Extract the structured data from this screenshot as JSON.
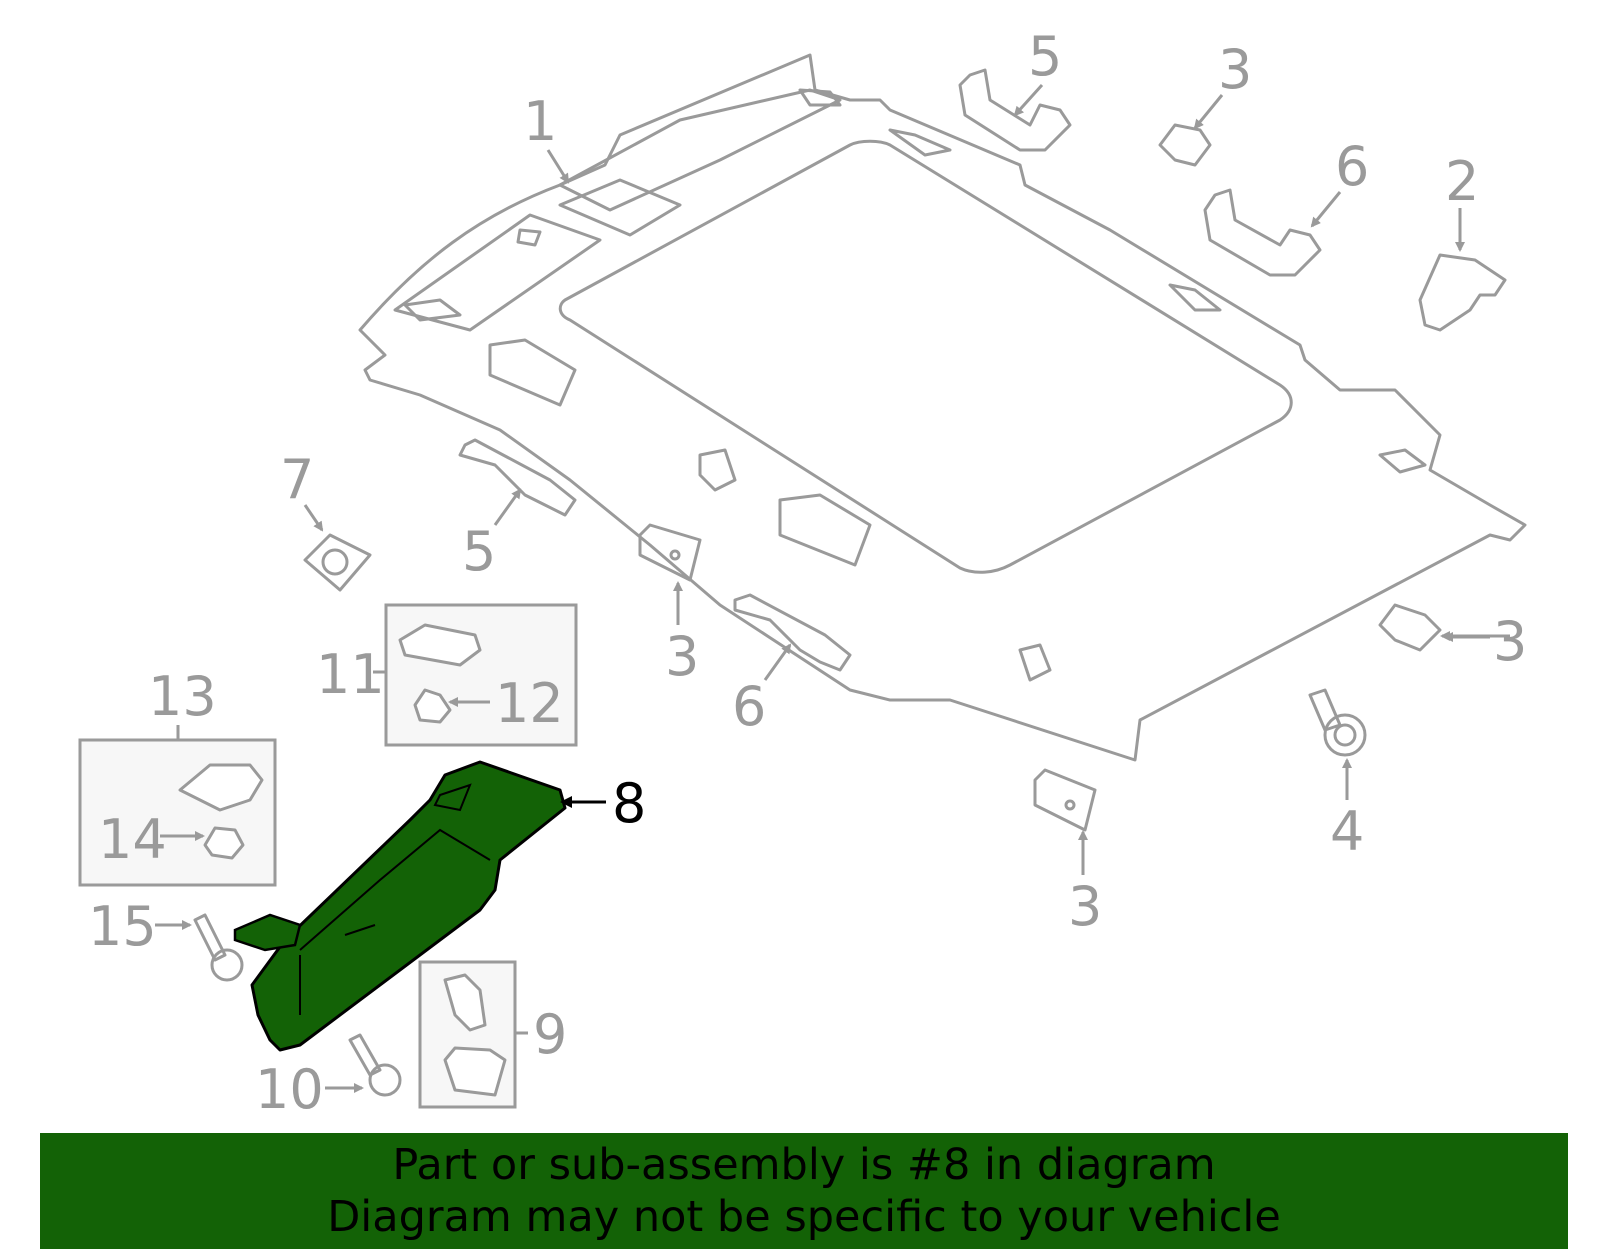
{
  "colors": {
    "part_outline": "#9a9a9a",
    "highlight_fill": "#136206",
    "banner_bg": "#136206",
    "banner_text": "#000000",
    "highlight_callout": "#000000"
  },
  "callouts": {
    "c1": "1",
    "c2": "2",
    "c3a": "3",
    "c3b": "3",
    "c3c": "3",
    "c3d": "3",
    "c4": "4",
    "c5a": "5",
    "c5b": "5",
    "c6a": "6",
    "c6b": "6",
    "c7": "7",
    "c8": "8",
    "c9": "9",
    "c10": "10",
    "c11": "11",
    "c12": "12",
    "c13": "13",
    "c14": "14",
    "c15": "15"
  },
  "highlighted_part": "8",
  "banner": {
    "line1": "Part or sub-assembly is #8 in diagram",
    "line2": "Diagram may not be specific to your vehicle"
  }
}
